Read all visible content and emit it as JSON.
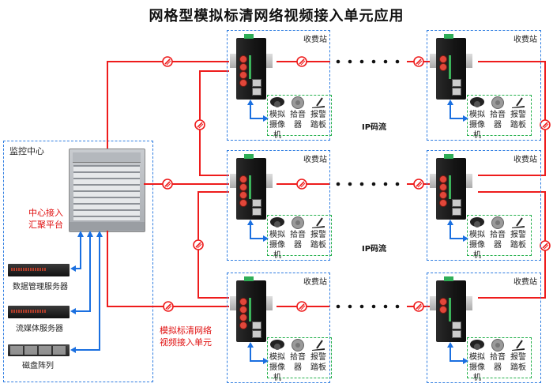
{
  "title": "网格型模拟标清网络视频接入单元应用",
  "monitoring_center": {
    "label": "监控中心",
    "core_switch_label_lines": [
      "中心接入",
      "汇聚平台"
    ],
    "servers": [
      {
        "name": "数据管理服务器"
      },
      {
        "name": "流媒体服务器"
      },
      {
        "name": "磁盘阵列"
      }
    ]
  },
  "unit_label_lines": [
    "模拟标清网络",
    "视频接入单元"
  ],
  "stream_label": "IP码流",
  "stations": [
    {
      "label": "收费站",
      "row": 1,
      "col": "left",
      "fiber_ports": 4
    },
    {
      "label": "收费站",
      "row": 1,
      "col": "right",
      "fiber_ports": 2
    },
    {
      "label": "收费站",
      "row": 2,
      "col": "left",
      "fiber_ports": 4
    },
    {
      "label": "收费站",
      "row": 2,
      "col": "right",
      "fiber_ports": 4
    },
    {
      "label": "收费站",
      "row": 3,
      "col": "left",
      "fiber_ports": 4
    },
    {
      "label": "收费站",
      "row": 3,
      "col": "right",
      "fiber_ports": 2
    }
  ],
  "peripherals": [
    {
      "icon": "dome-camera-icon",
      "label_lines": [
        "模拟",
        "摄像机"
      ]
    },
    {
      "icon": "pickup-microphone-icon",
      "label_lines": [
        "拾音",
        "器"
      ]
    },
    {
      "icon": "alarm-pedal-icon",
      "label_lines": [
        "报警",
        "踏板"
      ]
    }
  ],
  "colors": {
    "fiber_line": "#ee1c1c",
    "ethernet_arrow": "#1a6fe0",
    "station_border": "#2f7de1",
    "peripheral_border": "#22b04a",
    "annotation_text": "#e01010"
  }
}
